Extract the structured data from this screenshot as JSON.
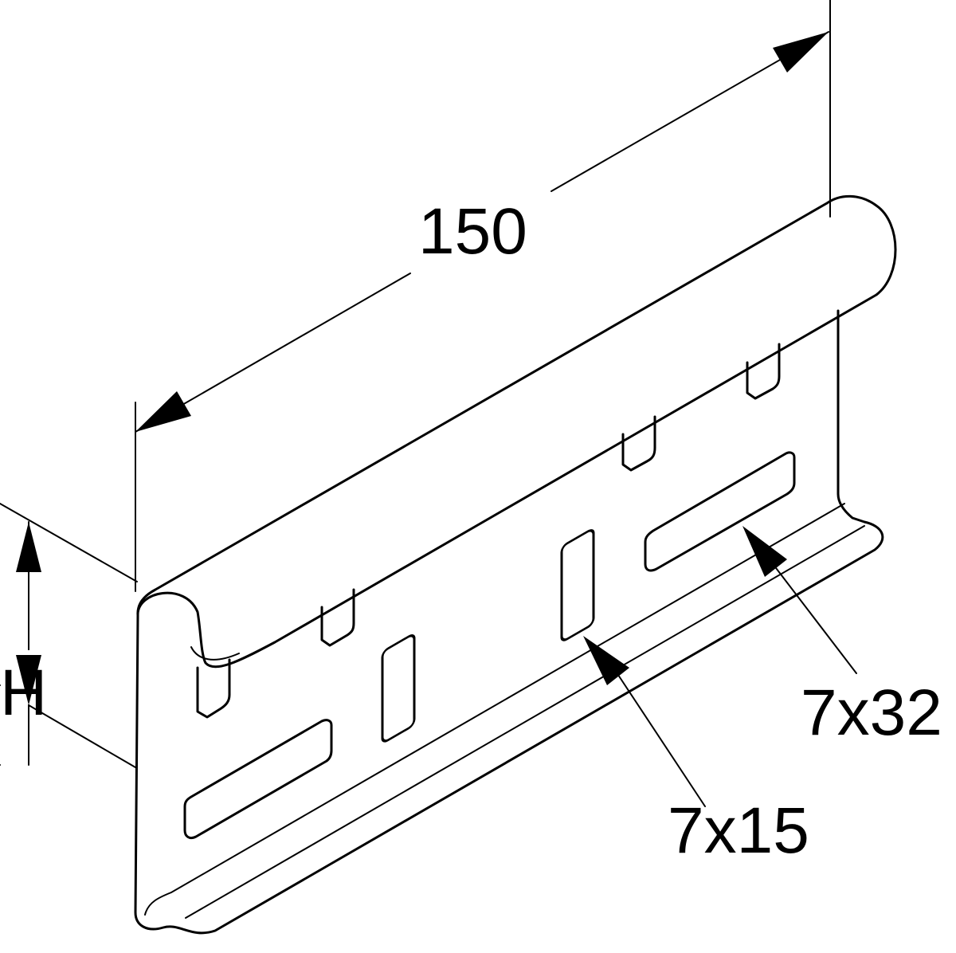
{
  "drawing": {
    "length_label": "150",
    "height_label": "H",
    "slot_small_label": "7x15",
    "slot_large_label": "7x32"
  }
}
